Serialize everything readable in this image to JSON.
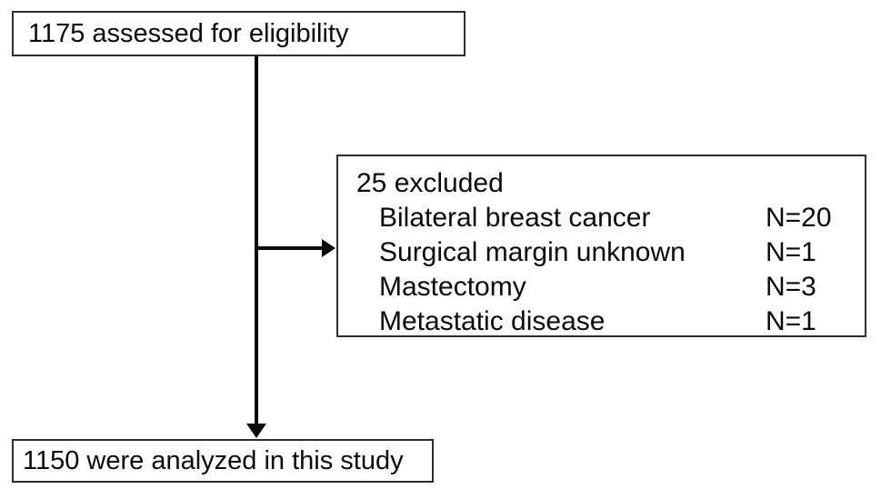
{
  "diagram": {
    "top_box": {
      "label": "1175 assessed for eligibility"
    },
    "excluded_box": {
      "title": "25 excluded",
      "items": [
        {
          "label": "Bilateral breast cancer",
          "n": "N=20"
        },
        {
          "label": "Surgical margin unknown",
          "n": "N=1"
        },
        {
          "label": "Mastectomy",
          "n": "N=3"
        },
        {
          "label": "Metastatic disease",
          "n": "N=1"
        }
      ]
    },
    "bottom_box": {
      "label": "1150 were analyzed in this study"
    }
  },
  "colors": {
    "background": "#ffffff",
    "box_border": "#2e2e2e",
    "text": "#0a0a0a",
    "arrow": "#0a0a0a"
  }
}
